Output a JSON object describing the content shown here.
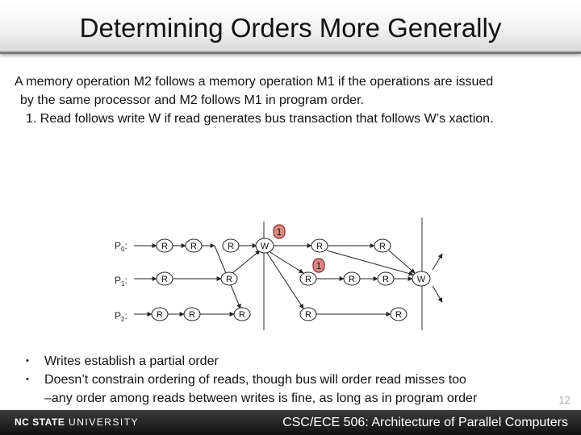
{
  "title": "Determining Orders More Generally",
  "intro": {
    "line1": "A memory operation M2 follows a memory operation M1 if the operations are issued",
    "line2": "by the same processor and M2 follows M1 in program order.",
    "line3": "1. Read follows write W if read generates bus transaction that follows W’s xaction."
  },
  "diagram": {
    "processors": [
      {
        "base": "P",
        "sub": "0"
      },
      {
        "base": "P",
        "sub": "1"
      },
      {
        "base": "P",
        "sub": "2"
      }
    ],
    "read_label": "R",
    "write_label": "W",
    "marker_label": "1",
    "colors": {
      "marker_fill": "#d68a84",
      "marker_stroke": "#8c2a2a",
      "node_stroke": "#222222"
    }
  },
  "bullets": [
    "Writes establish a partial order",
    "Doesn’t constrain ordering of reads, though bus will order read misses too"
  ],
  "sub_bullet": "–any order among reads between writes is fine, as long as in program order",
  "page_number": "12",
  "footer": {
    "logo_part1": "NC STATE",
    "logo_part2": " UNIVERSITY",
    "course": "CSC/ECE 506: Architecture of Parallel Computers"
  }
}
